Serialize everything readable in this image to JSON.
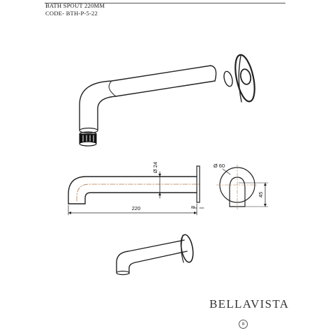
{
  "header": {
    "product_title": "BATH SPOUT 220MM",
    "product_code": "CODE- BTH-P-5-22"
  },
  "dimensions": {
    "length": "220",
    "pipe_diameter": "Ø 24",
    "plate_diameter": "Ø 60",
    "height": "45",
    "plate_thickness": "3"
  },
  "brand": {
    "logo_text": "BELLAVISTA"
  },
  "footer": {
    "page_number": "8"
  }
}
